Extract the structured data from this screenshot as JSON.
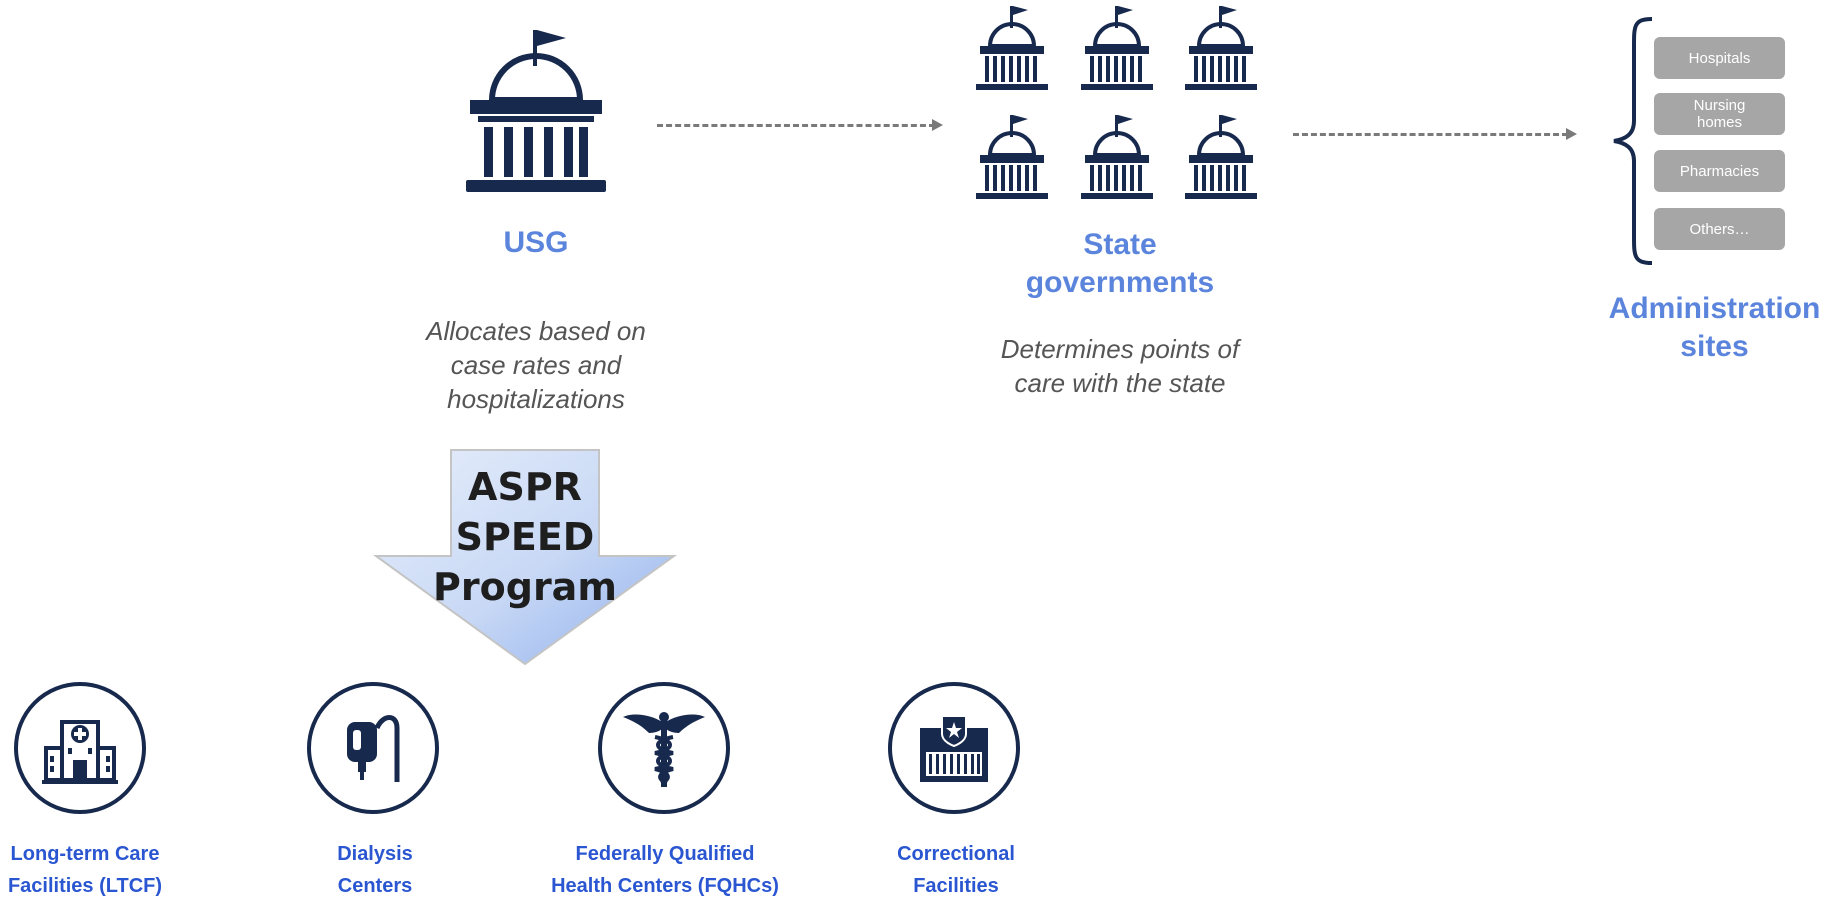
{
  "usg": {
    "label": "USG",
    "description_lines": [
      "Allocates based on",
      "case rates and",
      "hospitalizations"
    ]
  },
  "states": {
    "label_lines": [
      "State",
      "governments"
    ],
    "description_lines": [
      "Determines points of",
      "care with the state"
    ]
  },
  "admin": {
    "label_lines": [
      "Administration",
      "sites"
    ],
    "sites": [
      "Hospitals",
      "Nursing homes",
      "Pharmacies",
      "Others…"
    ]
  },
  "program": {
    "lines": [
      "ASPR",
      "SPEED",
      "Program"
    ]
  },
  "facilities": [
    {
      "icon": "hospital-icon",
      "lines": [
        "Long-term Care",
        "Facilities (LTCF)"
      ]
    },
    {
      "icon": "iv-bag-icon",
      "lines": [
        "Dialysis",
        "Centers"
      ]
    },
    {
      "icon": "caduceus-icon",
      "lines": [
        "Federally Qualified",
        "Health Centers (FQHCs)"
      ]
    },
    {
      "icon": "prison-icon",
      "lines": [
        "Correctional",
        "Facilities"
      ]
    }
  ],
  "colors": {
    "icon_navy": "#17294d",
    "label_blue": "#5b84dc",
    "facility_blue": "#2a56d1",
    "site_gray": "#a6a6a6",
    "connector_gray": "#7a7a7a"
  }
}
